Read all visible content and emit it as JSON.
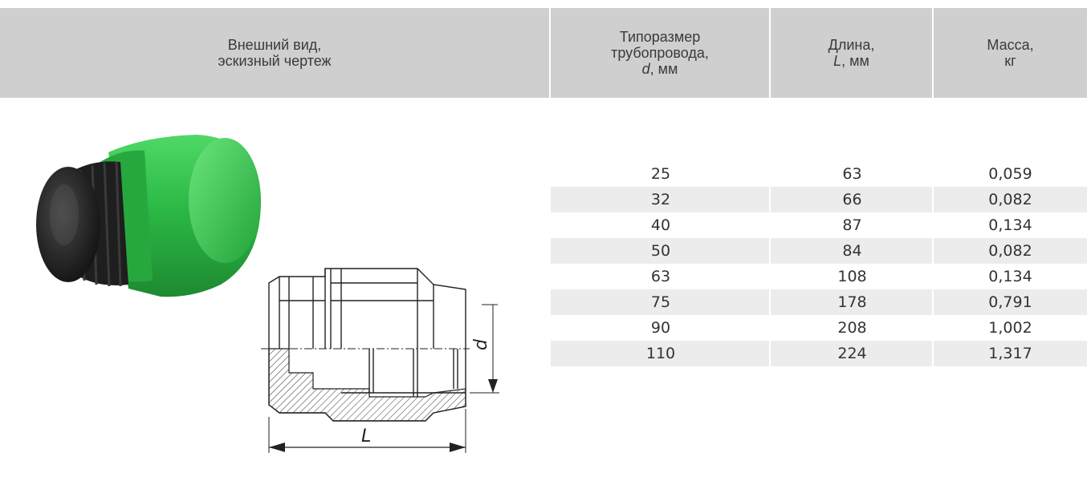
{
  "table": {
    "headers": {
      "appearance": [
        "Внешний вид,",
        "эскизный чертеж"
      ],
      "size": [
        "Типоразмер",
        "трубопровода,",
        "d, мм"
      ],
      "length": [
        "Длина,",
        "L, мм"
      ],
      "mass": [
        "Масса,",
        "кг"
      ]
    },
    "rows": [
      {
        "d": "25",
        "L": "63",
        "mass": "0,059"
      },
      {
        "d": "32",
        "L": "66",
        "mass": "0,082"
      },
      {
        "d": "40",
        "L": "87",
        "mass": "0,134"
      },
      {
        "d": "50",
        "L": "84",
        "mass": "0,082"
      },
      {
        "d": "63",
        "L": "108",
        "mass": "0,134"
      },
      {
        "d": "75",
        "L": "178",
        "mass": "0,791"
      },
      {
        "d": "90",
        "L": "208",
        "mass": "1,002"
      },
      {
        "d": "110",
        "L": "224",
        "mass": "1,317"
      }
    ]
  },
  "drawing": {
    "dim_d": "d",
    "dim_L": "L"
  },
  "colors": {
    "header_bg": "#cfcfcf",
    "row_shade": "#ececec",
    "fitting_green": "#2fb84a",
    "cap_black": "#1e1e1e"
  }
}
